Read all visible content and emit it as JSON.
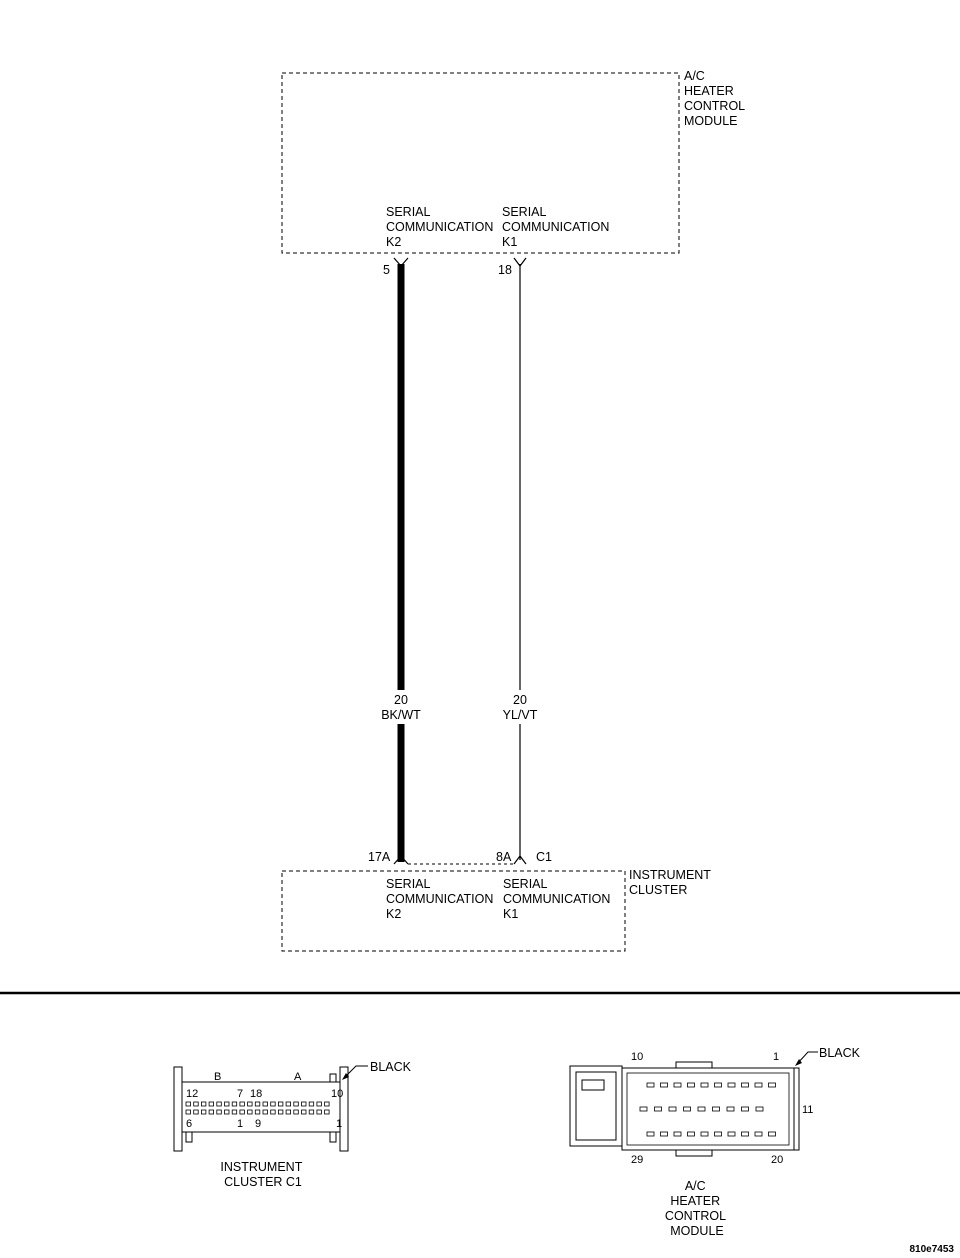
{
  "modules": {
    "hvac": {
      "name_lines": [
        "A/C",
        "HEATER",
        "CONTROL",
        "MODULE"
      ],
      "pins": [
        {
          "lines": [
            "SERIAL",
            "COMMUNICATION",
            "K2"
          ],
          "pin": "5"
        },
        {
          "lines": [
            "SERIAL",
            "COMMUNICATION",
            "K1"
          ],
          "pin": "18"
        }
      ]
    },
    "cluster": {
      "name_lines": [
        "INSTRUMENT",
        "CLUSTER"
      ],
      "pins": [
        {
          "lines": [
            "SERIAL",
            "COMMUNICATION",
            "K2"
          ],
          "pin": "17A"
        },
        {
          "lines": [
            "SERIAL",
            "COMMUNICATION",
            "K1"
          ],
          "pin": "8A"
        }
      ],
      "connector": "C1"
    }
  },
  "wires": [
    {
      "gauge": "20",
      "color": "BK/WT"
    },
    {
      "gauge": "20",
      "color": "YL/VT"
    }
  ],
  "connectors": {
    "cluster_c1": {
      "title_lines": [
        "INSTRUMENT",
        "CLUSTER C1"
      ],
      "color": "BLACK",
      "row_b": "B",
      "row_a": "A",
      "pin_labels": [
        "12",
        "7",
        "18",
        "10",
        "6",
        "1",
        "9",
        "1"
      ]
    },
    "hvac": {
      "title_lines": [
        "A/C",
        "HEATER",
        "CONTROL",
        "MODULE"
      ],
      "color": "BLACK",
      "pin_labels": [
        "10",
        "1",
        "11",
        "29",
        "20"
      ]
    }
  },
  "figure_id": "810e7453"
}
